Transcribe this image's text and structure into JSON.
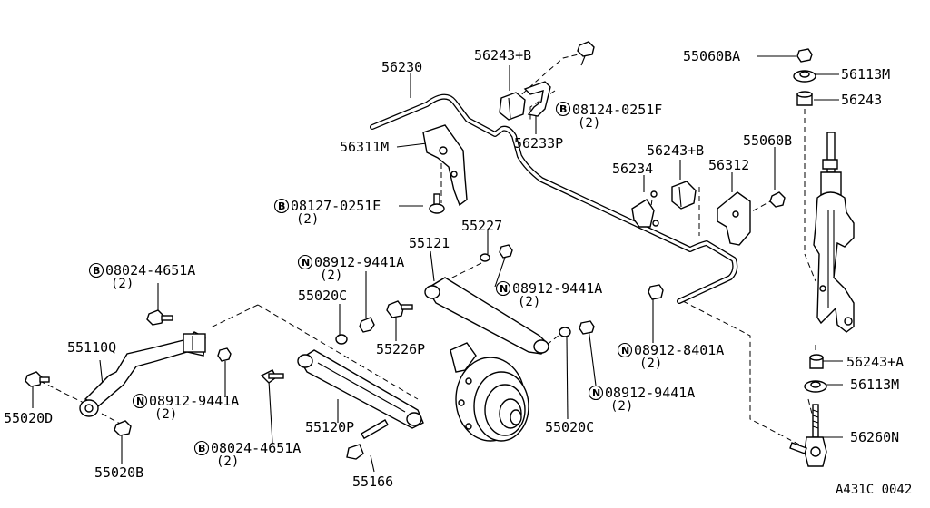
{
  "diagram": {
    "footer_code": "A431C 0042",
    "labels": [
      {
        "id": "p56230",
        "text": "56230"
      },
      {
        "id": "p56243b_top",
        "text": "56243+B"
      },
      {
        "id": "p08124",
        "marker": "B",
        "text": "08124-0251F",
        "qty": "(2)"
      },
      {
        "id": "p56233p",
        "text": "56233P"
      },
      {
        "id": "p56311m",
        "text": "56311M"
      },
      {
        "id": "p55060ba",
        "text": "55060BA"
      },
      {
        "id": "p56113m_top",
        "text": "56113M"
      },
      {
        "id": "p56243_top",
        "text": "56243"
      },
      {
        "id": "p55060b",
        "text": "55060B"
      },
      {
        "id": "p56243b_mid",
        "text": "56243+B"
      },
      {
        "id": "p56234",
        "text": "56234"
      },
      {
        "id": "p56312",
        "text": "56312"
      },
      {
        "id": "p08127",
        "marker": "B",
        "text": "08127-0251E",
        "qty": "(2)"
      },
      {
        "id": "p55227",
        "text": "55227"
      },
      {
        "id": "p55121",
        "text": "55121"
      },
      {
        "id": "p08912_9441a_1",
        "marker": "N",
        "text": "08912-9441A",
        "qty": "(2)"
      },
      {
        "id": "p08912_9441a_2",
        "marker": "N",
        "text": "08912-9441A",
        "qty": "(2)"
      },
      {
        "id": "p08024_top",
        "marker": "B",
        "text": "08024-4651A",
        "qty": "(2)"
      },
      {
        "id": "p55020c_l",
        "text": "55020C"
      },
      {
        "id": "p55226p",
        "text": "55226P"
      },
      {
        "id": "p08912_8401a",
        "marker": "N",
        "text": "08912-8401A",
        "qty": "(2)"
      },
      {
        "id": "p55110q",
        "text": "55110Q"
      },
      {
        "id": "p56243a",
        "text": "56243+A"
      },
      {
        "id": "p56113m_bot",
        "text": "56113M"
      },
      {
        "id": "p55020d",
        "text": "55020D"
      },
      {
        "id": "p08912_9441a_3",
        "marker": "N",
        "text": "08912-9441A",
        "qty": "(2)"
      },
      {
        "id": "p08912_9441a_4",
        "marker": "N",
        "text": "08912-9441A",
        "qty": "(2)"
      },
      {
        "id": "p55120p",
        "text": "55120P"
      },
      {
        "id": "p55020c_r",
        "text": "55020C"
      },
      {
        "id": "p56260n",
        "text": "56260N"
      },
      {
        "id": "p08024_bot",
        "marker": "B",
        "text": "08024-4651A",
        "qty": "(2)"
      },
      {
        "id": "p55020b",
        "text": "55020B"
      },
      {
        "id": "p55166",
        "text": "55166"
      }
    ]
  }
}
